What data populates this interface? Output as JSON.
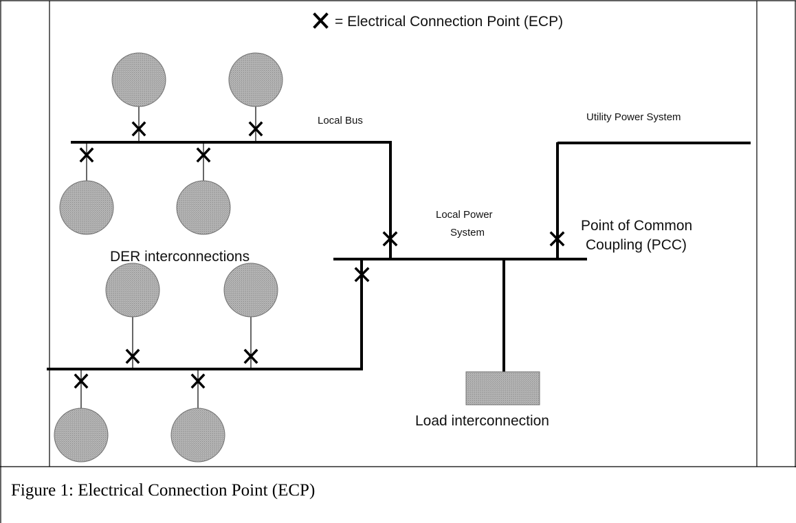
{
  "legend": {
    "symbol": "✕",
    "text": "= Electrical Connection Point (ECP)"
  },
  "labels": {
    "local_bus": "Local Bus",
    "utility": "Utility Power System",
    "local_power_line1": "Local Power",
    "local_power_line2": "System",
    "pcc_line1": "Point of Common",
    "pcc_line2": "Coupling (PCC)",
    "der": "DER interconnections",
    "load": "Load interconnection"
  },
  "caption": "Figure 1: Electrical Connection Point (ECP)",
  "colors": {
    "der_fill": "#a9a9a9",
    "der_stroke": "#6a6a6a",
    "line": "#000000",
    "background": "#ffffff"
  }
}
